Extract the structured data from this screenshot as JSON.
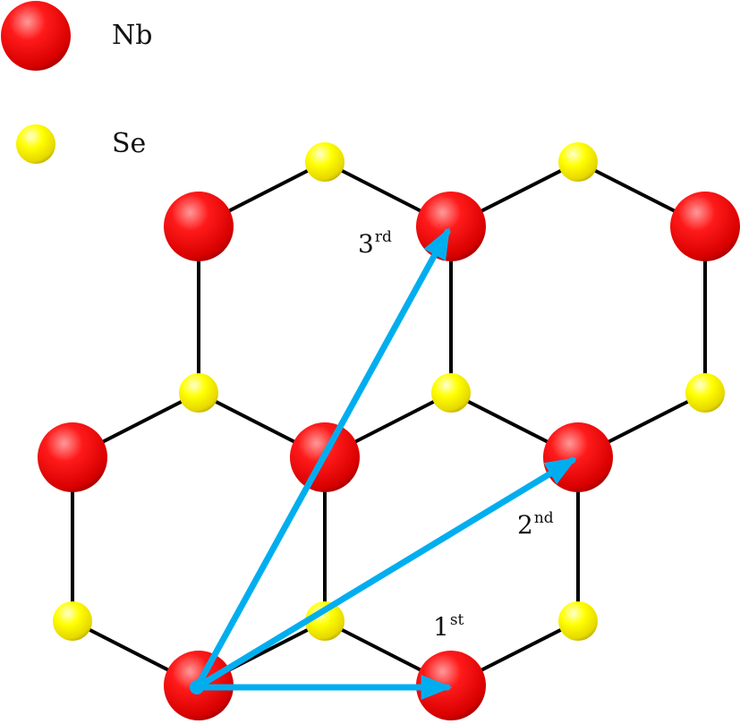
{
  "legend": {
    "nb": {
      "label": "Nb",
      "color": "#ff0000"
    },
    "se": {
      "label": "Se",
      "color": "#ffff00"
    }
  },
  "vectors": [
    {
      "id": "first",
      "base": "1",
      "suffix": "st"
    },
    {
      "id": "second",
      "base": "2",
      "suffix": "nd"
    },
    {
      "id": "third",
      "base": "3",
      "suffix": "rd"
    }
  ],
  "colors": {
    "bond": "#000000",
    "arrow": "#00aeef"
  }
}
